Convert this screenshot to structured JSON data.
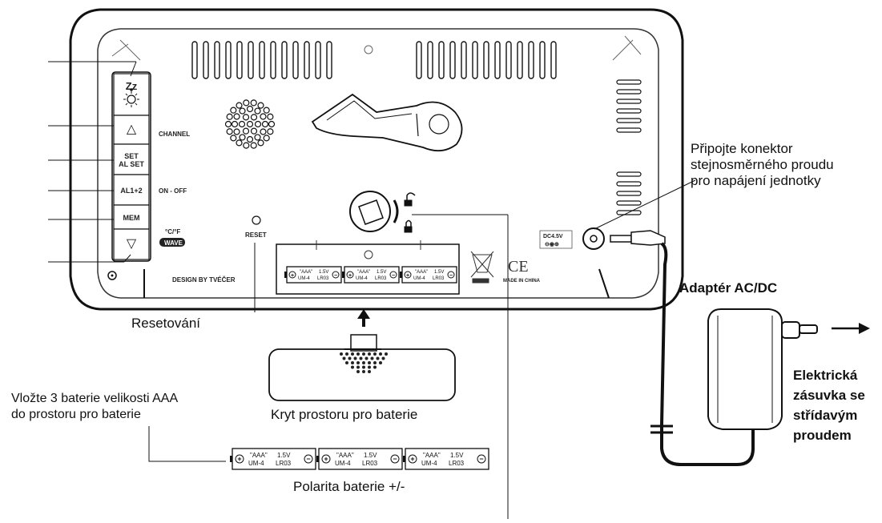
{
  "device": {
    "buttons": [
      {
        "label": "Zz"
      },
      {
        "label": "△"
      },
      {
        "label": "SET\nAL SET"
      },
      {
        "label": "AL1+2"
      },
      {
        "label": "MEM"
      },
      {
        "label": "▽"
      }
    ],
    "side_labels": {
      "channel": "CHANNEL",
      "on_off": "ON - OFF",
      "unit": "°C/°F",
      "wave": "WAVE",
      "reset": "RESET",
      "design": "DESIGN BY TVÉČER",
      "made_in": "MADE IN CHINA",
      "dc": "DC4.5V"
    },
    "batteries_in_slot": [
      {
        "type": "\"AAA\"",
        "volt": "1.5V",
        "um": "UM-4",
        "lr": "LR03"
      },
      {
        "type": "\"AAA\"",
        "volt": "1.5V",
        "um": "UM-4",
        "lr": "LR03"
      },
      {
        "type": "\"AAA\"",
        "volt": "1.5V",
        "um": "UM-4",
        "lr": "LR03"
      }
    ]
  },
  "batteries_loose": [
    {
      "type": "\"AAA\"",
      "volt": "1.5V",
      "um": "UM-4",
      "lr": "LR03"
    },
    {
      "type": "\"AAA\"",
      "volt": "1.5V",
      "um": "UM-4",
      "lr": "LR03"
    },
    {
      "type": "\"AAA\"",
      "volt": "1.5V",
      "um": "UM-4",
      "lr": "LR03"
    }
  ],
  "labels": {
    "dc_connector": [
      "Připojte konektor",
      "stejnosměrného proudu",
      "pro napájení jednotky"
    ],
    "adapter": "Adaptér AC/DC",
    "socket": [
      "Elektrická",
      "zásuvka se",
      "střídavým",
      "proudem"
    ],
    "reset": "Resetování",
    "insert_batteries": [
      "Vložte 3 baterie velikosti AAA",
      "do prostoru pro baterie"
    ],
    "cover": "Kryt prostoru pro baterie",
    "polarity": "Polarita baterie +/-"
  }
}
